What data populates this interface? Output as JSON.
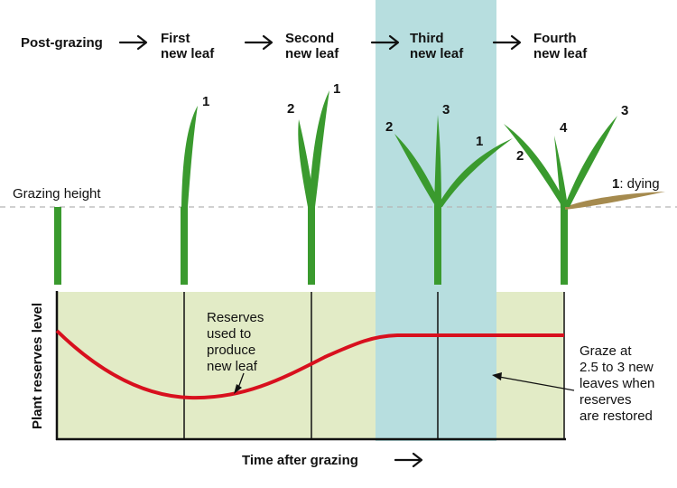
{
  "stages": [
    {
      "line1": "Post-grazing",
      "line2": ""
    },
    {
      "line1": "First",
      "line2": "new leaf"
    },
    {
      "line1": "Second",
      "line2": "new leaf"
    },
    {
      "line1": "Third",
      "line2": "new leaf"
    },
    {
      "line1": "Fourth",
      "line2": "new leaf"
    }
  ],
  "grazing_height_label": "Grazing height",
  "leaf_numbers": {
    "first": [
      "1"
    ],
    "second": [
      "2",
      "1"
    ],
    "third": [
      "2",
      "3",
      "1"
    ],
    "fourth": [
      "2",
      "4",
      "3"
    ]
  },
  "dying_label": {
    "number": "1",
    "text": ": dying"
  },
  "axis": {
    "y_label": "Plant reserves level",
    "x_label": "Time after grazing"
  },
  "annotation_reserves": [
    "Reserves",
    "used to",
    "produce",
    "new leaf"
  ],
  "annotation_graze": [
    "Graze at",
    "2.5 to 3 new",
    "leaves when",
    "reserves",
    "are restored"
  ],
  "colors": {
    "leaf_green": "#3a9a2e",
    "highlight_blue": "#b7dedf",
    "chart_bg": "#e2ebc6",
    "curve_red": "#d8101e",
    "dying_leaf": "#a58a4e"
  },
  "icons": [
    "right-arrow-icon"
  ]
}
